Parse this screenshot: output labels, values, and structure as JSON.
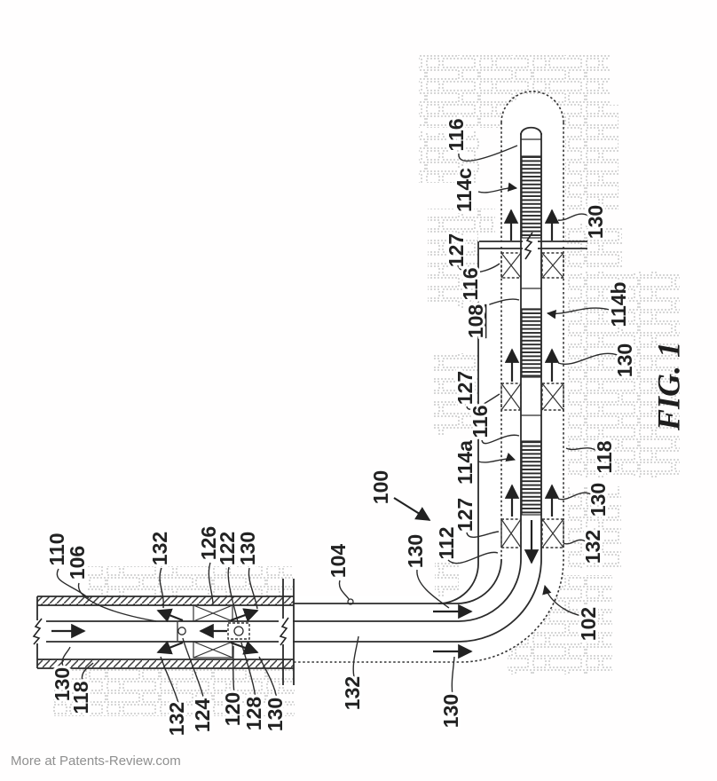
{
  "figure": {
    "caption": "FIG. 1",
    "watermark": "More at Patents-Review.com"
  },
  "colors": {
    "ink": "#2b2b2b",
    "rock_texture": "#9a9a9a",
    "watermark_gray": "#8f8f8f",
    "paper": "#ffffff"
  },
  "refs": {
    "r100": "100",
    "r102": "102",
    "r104": "104",
    "r106": "106",
    "r108": "108",
    "r110": "110",
    "r112": "112",
    "r114a": "114a",
    "r114b": "114b",
    "r114c": "114c",
    "r116": "116",
    "r118": "118",
    "r120": "120",
    "r122": "122",
    "r124": "124",
    "r126": "126",
    "r127": "127",
    "r128": "128",
    "r130": "130",
    "r132": "132"
  }
}
